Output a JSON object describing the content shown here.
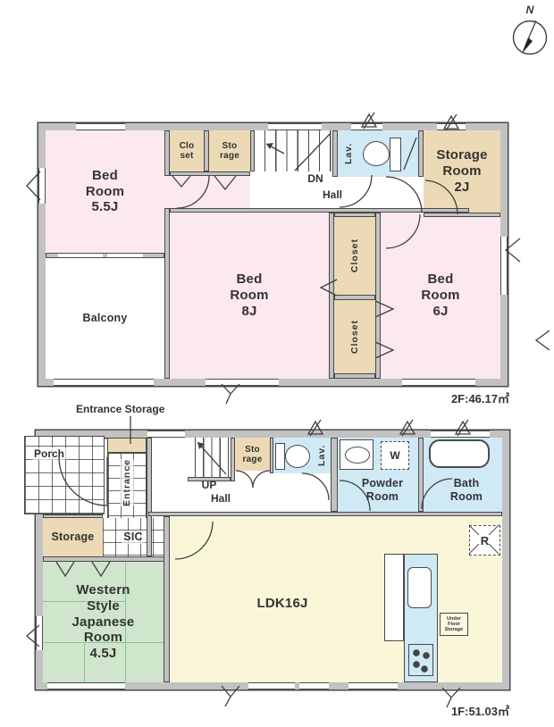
{
  "compass": {
    "north_label": "N"
  },
  "palette": {
    "room_pink": "#fce9f0",
    "closet_tan": "#ecdab6",
    "wet_area_blue": "#cfe9f5",
    "ldk_yellow": "#faf6da",
    "japanese_room_green": "#cfe6cc",
    "wall_fill": "#c2c2c2",
    "wall_edge": "#4a4a4a",
    "text": "#333333"
  },
  "floor2": {
    "area_label": "2F:46.17㎡",
    "rooms": {
      "bedroom55": "Bed\nRoom\n5.5J",
      "closet_top": "Clo\nset",
      "storage_top": "Sto\nrage",
      "dn": "DN",
      "hall": "Hall",
      "lav": "Lav.",
      "storage_room": "Storage\nRoom\n2J",
      "bedroom8": "Bed\nRoom\n8J",
      "closet_upper": "Closet",
      "closet_lower": "Closet",
      "bedroom6": "Bed\nRoom\n6J",
      "balcony": "Balcony"
    }
  },
  "floor1": {
    "area_label": "1F:51.03㎡",
    "entrance_storage_label": "Entrance Storage",
    "rooms": {
      "porch": "Porch",
      "entrance": "Entrance",
      "up": "UP",
      "hall": "Hall",
      "storage_small": "Sto\nrage",
      "lav": "Lav.",
      "powder": "Powder\nRoom",
      "bath": "Bath\nRoom",
      "washer": "W",
      "storage": "Storage",
      "sic": "SIC",
      "japanese": "Western\nStyle\nJapanese\nRoom\n4.5J",
      "ldk": "LDK16J",
      "fridge": "R",
      "under_floor": "Under\nFloor\nStorage"
    }
  }
}
